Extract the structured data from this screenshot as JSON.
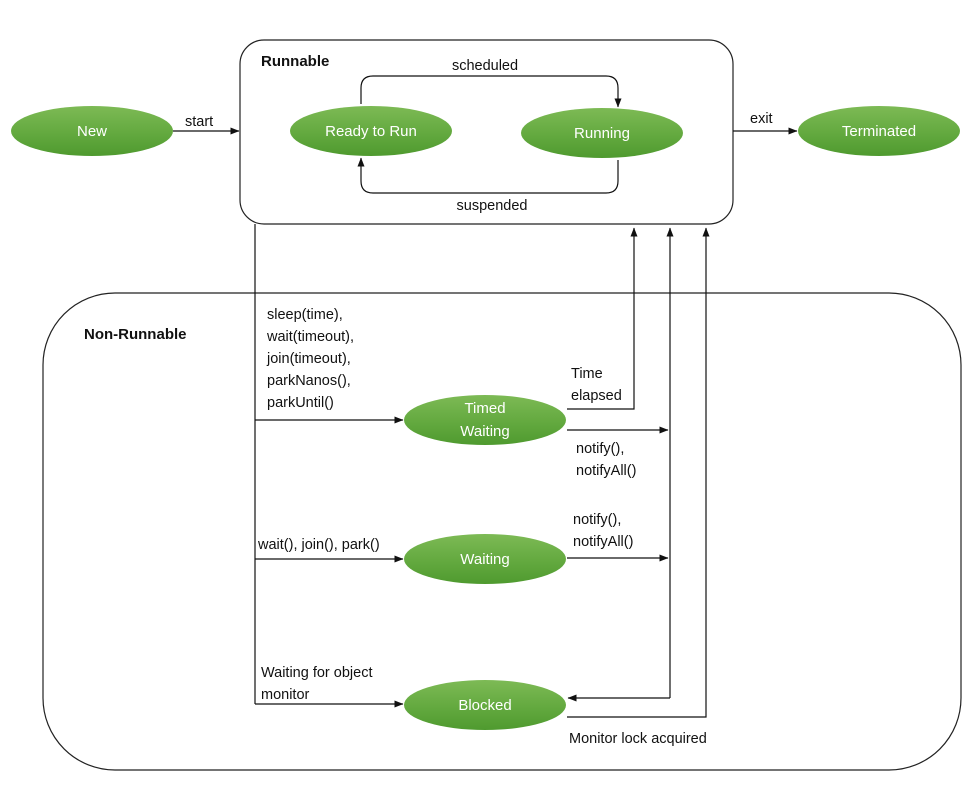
{
  "groups": {
    "runnable": "Runnable",
    "non_runnable": "Non-Runnable"
  },
  "states": {
    "new": "New",
    "ready_to_run": "Ready to Run",
    "running": "Running",
    "terminated": "Terminated",
    "timed_waiting_line1": "Timed",
    "timed_waiting_line2": "Waiting",
    "waiting": "Waiting",
    "blocked": "Blocked"
  },
  "transitions": {
    "start": "start",
    "exit": "exit",
    "scheduled": "scheduled",
    "suspended": "suspended",
    "sleep_lines": [
      "sleep(time),",
      "wait(timeout),",
      "join(timeout),",
      "parkNanos(),",
      "parkUntil()"
    ],
    "wait_join_park": "wait(), join(), park()",
    "waiting_monitor_lines": [
      "Waiting for object",
      "monitor"
    ],
    "time_elapsed_lines": [
      "Time",
      "elapsed"
    ],
    "notify_timed_lines": [
      "notify(),",
      "notifyAll()"
    ],
    "notify_waiting_lines": [
      "notify(),",
      "notifyAll()"
    ],
    "monitor_lock_acquired": "Monitor lock acquired"
  },
  "colors": {
    "state_fill_top": "#7dba55",
    "state_fill_bottom": "#4f9a2f",
    "state_text": "#ffffff",
    "line": "#111111",
    "background": "#ffffff"
  }
}
